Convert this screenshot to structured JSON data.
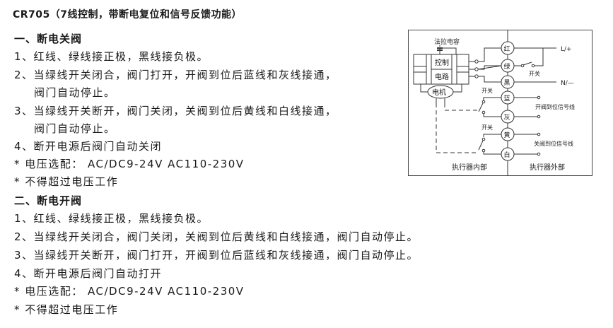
{
  "title": "CR705（7线控制，带断电复位和信号反馈功能）",
  "section1": {
    "heading": "一、断电关阀",
    "lines": [
      "1、红线、绿线接正极，黑线接负极。",
      "2、当绿线开关闭合，阀门打开，开阀到位后蓝线和灰线接通，",
      "阀门自动停止。",
      "3、当绿线开关断开，阀门关闭，关阀到位后黄线和白线接通，",
      "阀门自动停止。",
      "4、断开电源后阀门自动关闭",
      "* 电压选配： AC/DC9-24V  AC110-230V",
      "* 不得超过电压工作"
    ]
  },
  "section2": {
    "heading": "二、断电开阀",
    "lines": [
      "1、红线、绿线接正极，黑线接负极。",
      "2、当绿线开关闭合，阀门关闭，关阀到位后黄线和白线接通，阀门自动停止。",
      "3、当绿线开关断开，阀门打开，开阀到位后蓝线和灰线接通，阀门自动停止。",
      "4、断开电源后阀门自动打开",
      "* 电压选配： AC/DC9-24V  AC110-230V",
      "* 不得超过电压工作"
    ]
  },
  "diagram": {
    "capacitor_label": "法拉电容",
    "control_label_1": "控制",
    "control_label_2": "电路",
    "motor_label": "电机",
    "wires": {
      "red": "红",
      "green": "绿",
      "black": "黑",
      "blue": "蓝",
      "gray": "灰",
      "yellow": "黄",
      "white": "白"
    },
    "l_plus": "L/+",
    "n_minus": "N/—",
    "switch_label": "开关",
    "open_signal_label": "开阀到位信号线",
    "close_signal_label": "关阀到位信号线",
    "inside_label": "执行器内部",
    "outside_label": "执行器外部"
  }
}
